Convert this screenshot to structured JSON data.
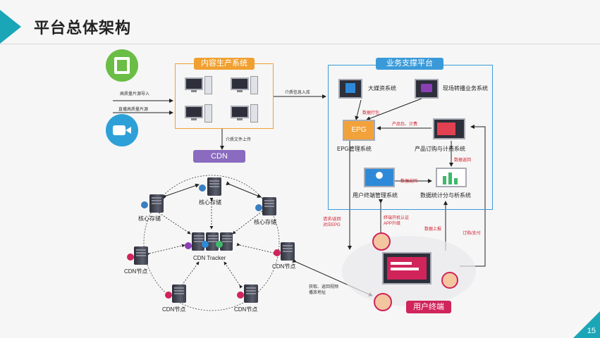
{
  "page": {
    "title": "平台总体架构",
    "page_number": "15",
    "accent": "#1ba6b8"
  },
  "content_production": {
    "title": "内容生产系统",
    "color": "#f0a030"
  },
  "support_platform": {
    "title": "业务支撑平台",
    "color": "#3a9ad9"
  },
  "cdn": {
    "title": "CDN",
    "color": "#8a6bbf"
  },
  "sources": {
    "film_label": "高质量片源导入",
    "live_label": "直播高质量片源"
  },
  "flows": {
    "media_import": "介质信息入库",
    "media_upload": "介质文件上传",
    "data_pack": "数据打包",
    "product_price": "产品包、计费",
    "data_return1": "数据返回",
    "data_return2": "数据返回",
    "request_epg": "请求/返回\n对应EPG",
    "terminal_auth": "终端开机认证\nAPP升级",
    "data_report": "数据上报",
    "order_pay": "订购/支付",
    "fetch_video": "获取、返回视频\n播放地址"
  },
  "systems": {
    "media_asset": "大媒资系统",
    "live_broadcast": "现场转播业务系统",
    "epg": "EPG管理系统",
    "epg_icon": "EPG",
    "order_billing": "产品订购与计费系统",
    "user_terminal_mgmt": "用户终端管理系统",
    "data_stats": "数据统计分与析系统",
    "user_terminal": "用户终端"
  },
  "cdn_nodes": {
    "core_top": "核心存储",
    "core_left": "核心存储",
    "core_right": "核心存储",
    "tracker": "CDN Tracker",
    "node_left": "CDN节点",
    "node_right": "CDN节点",
    "node_bottom_left": "CDN节点",
    "node_bottom_right": "CDN节点"
  }
}
